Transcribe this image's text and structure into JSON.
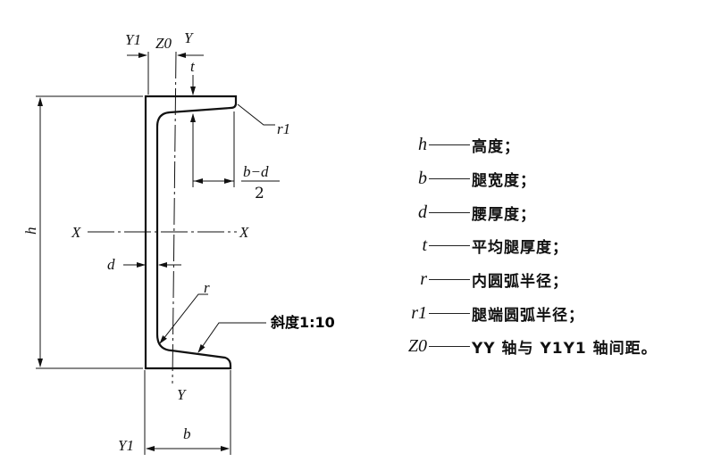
{
  "diagram": {
    "labels": {
      "y1_top": "Y1",
      "z0": "Z0",
      "y_top": "Y",
      "t": "t",
      "r1": "r1",
      "b_minus_d": "b−d",
      "two": "2",
      "h": "h",
      "x_left": "X",
      "x_right": "X",
      "d": "d",
      "r": "r",
      "slope": "斜度1:10",
      "y_bottom": "Y",
      "y1_bottom": "Y1",
      "b": "b"
    }
  },
  "legend": [
    {
      "symbol": "h",
      "text": "高度；"
    },
    {
      "symbol": "b",
      "text": "腿宽度；"
    },
    {
      "symbol": "d",
      "text": "腰厚度；"
    },
    {
      "symbol": "t",
      "text": "平均腿厚度；"
    },
    {
      "symbol": "r",
      "text": "内圆弧半径；"
    },
    {
      "symbol": "r1",
      "text": "腿端圆弧半径；"
    },
    {
      "symbol": "Z0",
      "text": "YY 轴与 Y1Y1 轴间距。"
    }
  ]
}
